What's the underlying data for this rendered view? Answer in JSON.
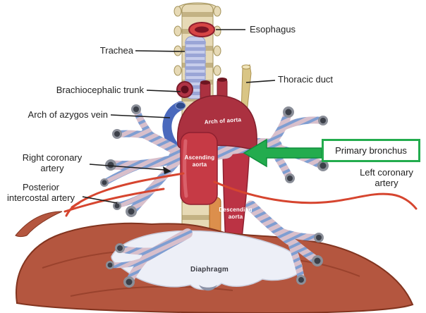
{
  "figure": {
    "outer_labels": {
      "esophagus": "Esophagus",
      "trachea": "Trachea",
      "brachiocephalic_trunk": "Brachiocephalic trunk",
      "thoracic_duct": "Thoracic duct",
      "arch_of_azygos_vein": "Arch of azygos vein",
      "right_coronary_artery": "Right coronary\nartery",
      "posterior_intercostal_artery": "Posterior\nintercostal artery",
      "left_coronary_artery": "Left coronary\nartery"
    },
    "highlight": {
      "label": "Primary bronchus",
      "color": "#23ac4e"
    },
    "internal_labels": {
      "arch_of_aorta": "Arch of aorta",
      "ascending_aorta": "Ascending\naorta",
      "descending_aorta": "Descending\naorta",
      "diaphragm": "Diaphragm"
    },
    "colors": {
      "aorta_red": "#c63a45",
      "aorta_dark": "#ab3140",
      "bronchus_pink": "#d8bfcb",
      "bronchus_stripe": "#7f9ed2",
      "azygos_blue": "#4a69bd",
      "thoracic_duct_tan": "#d9c585",
      "diaphragm_terracotta": "#b4563f",
      "highlight_green": "#23ac4e"
    }
  }
}
